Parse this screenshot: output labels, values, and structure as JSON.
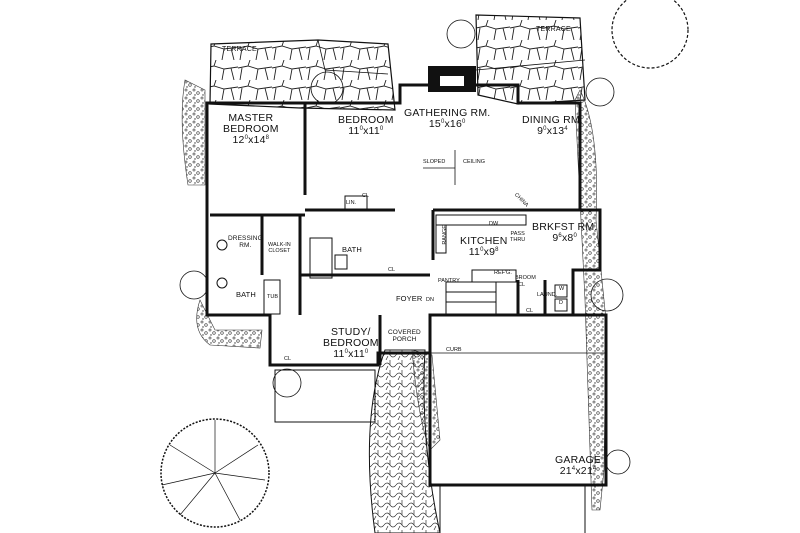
{
  "rooms": {
    "terrace_left": "TERRACE",
    "terrace_right": "TERRACE",
    "master_bedroom": {
      "name_line1": "MASTER",
      "name_line2": "BEDROOM",
      "dim_a": "12",
      "dim_a_sup": "0",
      "dim_b": "x14",
      "dim_b_sup": "8"
    },
    "bedroom": {
      "name": "BEDROOM",
      "dim_a": "11",
      "dim_a_sup": "0",
      "dim_b": "x11",
      "dim_b_sup": "0"
    },
    "gathering_rm": {
      "name": "GATHERING RM.",
      "dim_a": "15",
      "dim_a_sup": "0",
      "dim_b": "x16",
      "dim_b_sup": "0"
    },
    "dining_rm": {
      "name": "DINING RM.",
      "dim_a": "9",
      "dim_a_sup": "0",
      "dim_b": "x13",
      "dim_b_sup": "4"
    },
    "kitchen": {
      "name": "KITCHEN",
      "dim_a": "11",
      "dim_a_sup": "0",
      "dim_b": "x9",
      "dim_b_sup": "8"
    },
    "brkfst_rm": {
      "name": "BRKFST RM.",
      "dim_a": "9",
      "dim_a_sup": "6",
      "dim_b": "x8",
      "dim_b_sup": "0"
    },
    "study": {
      "name_line1": "STUDY/",
      "name_line2": "BEDROOM",
      "dim_a": "11",
      "dim_a_sup": "0",
      "dim_b": "x11",
      "dim_b_sup": "0"
    },
    "garage": {
      "name": "GARAGE",
      "dim_a": "21",
      "dim_a_sup": "4",
      "dim_b": "x21",
      "dim_b_sup": "4"
    },
    "covered_porch_line1": "COVERED",
    "covered_porch_line2": "PORCH",
    "foyer": "FOYER",
    "bath_main": "BATH",
    "bath_master": "BATH",
    "dressing_line1": "DRESSING",
    "dressing_line2": "RM.",
    "walkin_line1": "WALK-IN",
    "walkin_line2": "CLOSET",
    "laund": "LAUND.",
    "lin": "LIN.",
    "pantry": "PANTRY",
    "tub": "TUB",
    "curb": "CURB"
  },
  "annotations": {
    "sloped": "SLOPED",
    "ceiling": "CEILING",
    "dn": "DN",
    "cl_lin": "CL",
    "cl_bath": "CL",
    "cl_laund": "CL",
    "cl_study": "CL",
    "cl_broom": "CL",
    "range": "RANGE",
    "dw": "DW",
    "pass_thru_line1": "PASS",
    "pass_thru_line2": "THRU",
    "refg": "REF'G.",
    "broom": "BROOM",
    "china": "CHINA",
    "w": "W",
    "d": "D"
  },
  "colors": {
    "line": "#111111",
    "paper": "#ffffff",
    "stone": "#ffffff"
  }
}
